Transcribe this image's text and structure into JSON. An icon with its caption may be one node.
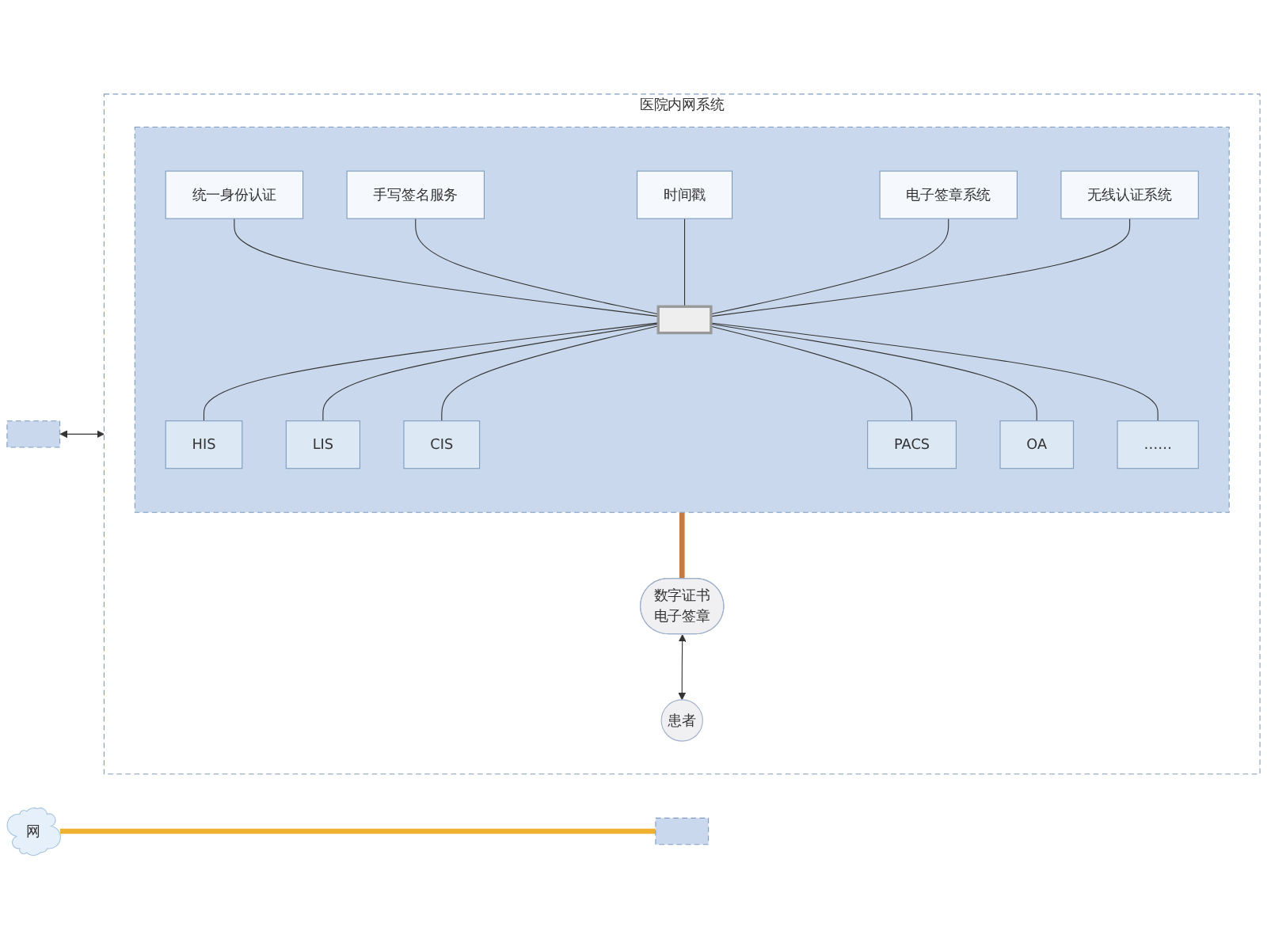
{
  "diagram": {
    "nodes": [
      {
        "text": [
          "医院内网系统"
        ]
      },
      {
        "text": [],
        "shape": "box",
        "in": 0
      },
      {
        "text": [
          "统一身份认证"
        ],
        "in": 1
      },
      {
        "text": [
          "手写签名服务"
        ],
        "in": 1
      },
      {
        "text": [
          "时间戳"
        ],
        "in": 1
      },
      {
        "text": [
          "电子签章系统"
        ],
        "in": 1
      },
      {
        "text": [
          "无线认证系统"
        ],
        "in": 1
      },
      {
        "text": [],
        "shape": "bar",
        "in": 1
      },
      {
        "text": [
          "HIS"
        ],
        "in": 1
      },
      {
        "text": [
          "LIS"
        ],
        "in": 1
      },
      {
        "text": [
          "CIS"
        ],
        "in": 1
      },
      {
        "text": [
          "PACS"
        ],
        "in": 1
      },
      {
        "text": [
          "OA"
        ],
        "in": 1
      },
      {
        "text": [
          "……"
        ],
        "in": 1
      },
      {
        "text": [
          "数字证书",
          "电子签章"
        ],
        "in": 0
      },
      {
        "text": [
          "患者"
        ],
        "in": 0
      },
      {
        "text": [],
        "shape": "box"
      },
      {
        "text": [
          "网"
        ]
      },
      {
        "text": [],
        "shape": "box"
      }
    ],
    "edges": [
      {
        "from": 2,
        "to": 7,
        "arrow": "none"
      },
      {
        "from": 3,
        "to": 7,
        "arrow": "none"
      },
      {
        "from": 4,
        "to": 7,
        "arrow": "none"
      },
      {
        "from": 5,
        "to": 7,
        "arrow": "none"
      },
      {
        "from": 6,
        "to": 7,
        "arrow": "none"
      },
      {
        "from": 7,
        "to": 8,
        "arrow": "none"
      },
      {
        "from": 7,
        "to": 9,
        "arrow": "none"
      },
      {
        "from": 7,
        "to": 10,
        "arrow": "none"
      },
      {
        "from": 7,
        "to": 11,
        "arrow": "none"
      },
      {
        "from": 7,
        "to": 12,
        "arrow": "none"
      },
      {
        "from": 7,
        "to": 13,
        "arrow": "none"
      },
      {
        "from": 16,
        "to": 0,
        "arrow": "both"
      },
      {
        "from": 1,
        "to": 14,
        "arrow": "none",
        "style": "thick",
        "color": "#c87a3c"
      },
      {
        "from": 14,
        "to": 15,
        "arrow": "both"
      },
      {
        "from": 17,
        "to": 18,
        "arrow": "none",
        "style": "thick",
        "color": "#f0b030"
      }
    ]
  }
}
